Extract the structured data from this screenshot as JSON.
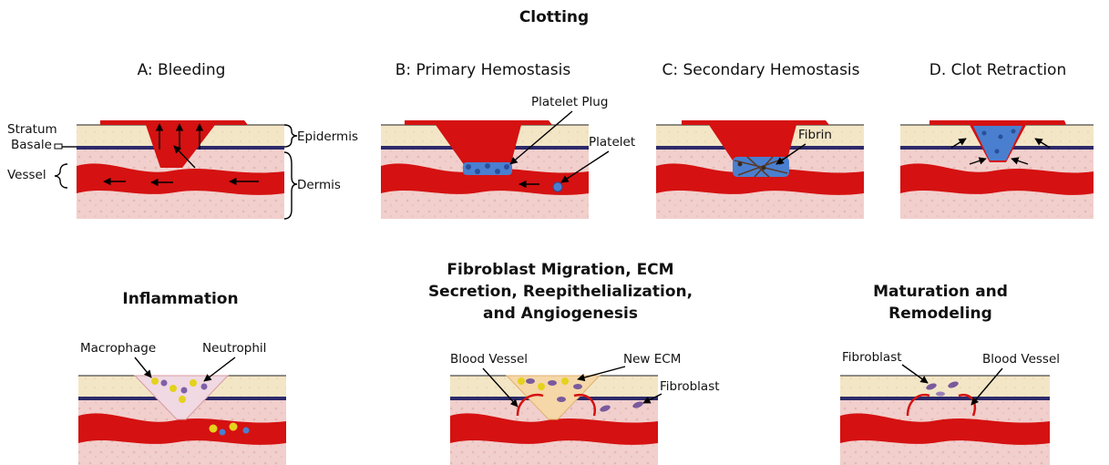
{
  "main_title": "Clotting",
  "panels": {
    "a": {
      "title": "A: Bleeding",
      "labels": {
        "stratum": "Stratum",
        "basale": "Basale",
        "vessel": "Vessel",
        "epidermis": "Epidermis",
        "dermis": "Dermis"
      }
    },
    "b": {
      "title": "B: Primary Hemostasis",
      "labels": {
        "plug": "Platelet Plug",
        "platelet": "Platelet"
      }
    },
    "c": {
      "title": "C: Secondary Hemostasis",
      "labels": {
        "fibrin": "Fibrin"
      }
    },
    "d": {
      "title": "D. Clot Retraction"
    },
    "inflammation": {
      "title": "Inflammation",
      "labels": {
        "macrophage": "Macrophage",
        "neutrophil": "Neutrophil"
      }
    },
    "fibroblast": {
      "title_lines": [
        "Fibroblast Migration, ECM",
        "Secretion, Reepithelialization,",
        "and Angiogenesis"
      ],
      "labels": {
        "blood_vessel": "Blood Vessel",
        "new_ecm": "New ECM",
        "fibroblast": "Fibroblast"
      }
    },
    "maturation": {
      "title_lines": [
        "Maturation and",
        "Remodeling"
      ],
      "labels": {
        "fibroblast": "Fibroblast",
        "blood_vessel": "Blood Vessel"
      }
    }
  },
  "colors": {
    "epidermis": "#f3e6c6",
    "dermis": "#f1cfcc",
    "blood": "#d51111",
    "basale_line": "#2c2a6a",
    "platelet": "#4a7fcf",
    "macrophage": "#e4d21c",
    "neutrophil": "#8060a8",
    "fibroblast": "#7a5a9c"
  }
}
